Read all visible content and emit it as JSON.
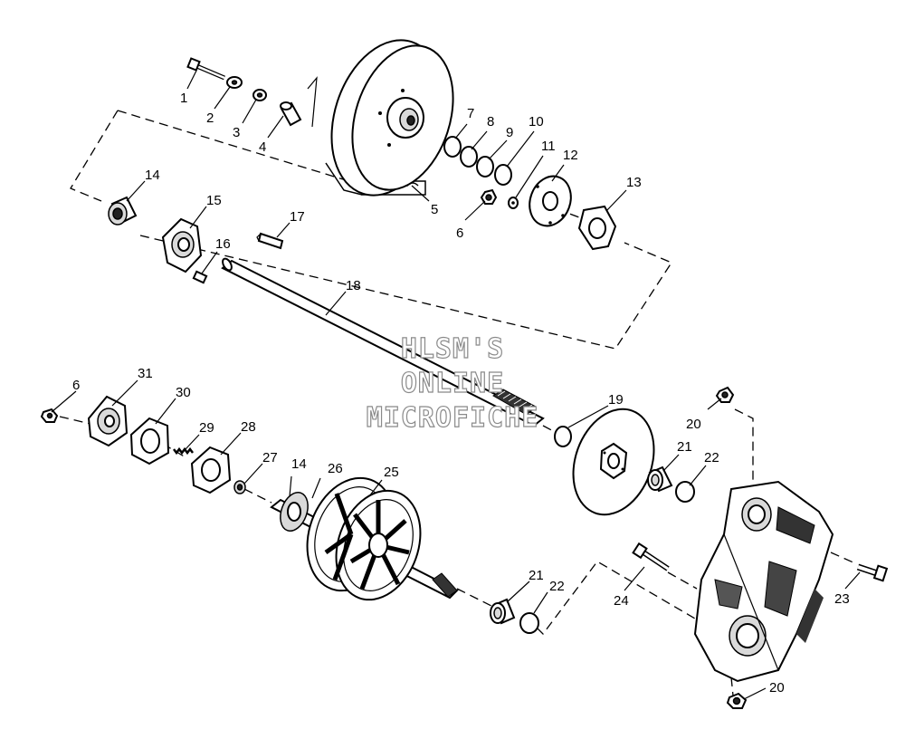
{
  "watermark": {
    "lines": [
      "HLSM'S",
      "ONLINE",
      "MICROFICHE"
    ]
  },
  "callouts": [
    {
      "num": "1"
    },
    {
      "num": "2"
    },
    {
      "num": "3"
    },
    {
      "num": "4"
    },
    {
      "num": "5"
    },
    {
      "num": "6"
    },
    {
      "num": "7"
    },
    {
      "num": "8"
    },
    {
      "num": "9"
    },
    {
      "num": "10"
    },
    {
      "num": "11"
    },
    {
      "num": "12"
    },
    {
      "num": "13"
    },
    {
      "num": "14"
    },
    {
      "num": "15"
    },
    {
      "num": "16"
    },
    {
      "num": "17"
    },
    {
      "num": "18"
    },
    {
      "num": "6"
    },
    {
      "num": "31"
    },
    {
      "num": "30"
    },
    {
      "num": "29"
    },
    {
      "num": "28"
    },
    {
      "num": "27"
    },
    {
      "num": "14"
    },
    {
      "num": "26"
    },
    {
      "num": "25"
    },
    {
      "num": "19"
    },
    {
      "num": "20"
    },
    {
      "num": "21"
    },
    {
      "num": "22"
    },
    {
      "num": "21"
    },
    {
      "num": "22"
    },
    {
      "num": "24"
    },
    {
      "num": "23"
    },
    {
      "num": "20"
    }
  ]
}
